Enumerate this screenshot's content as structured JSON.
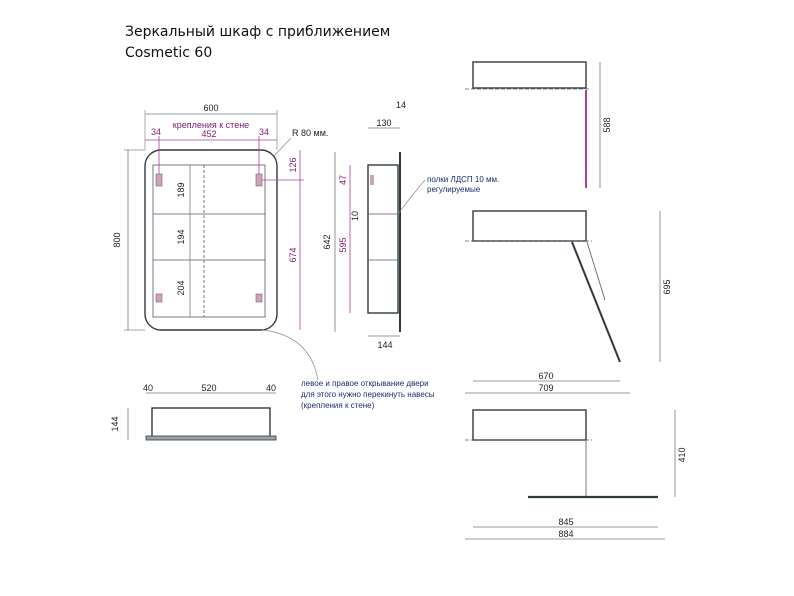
{
  "title": {
    "line1": "Зеркальный шкаф с приближением",
    "line2": "Cosmetic 60"
  },
  "front_view": {
    "width": "600",
    "mount_label": "крепления к стене",
    "mount_left": "34",
    "mount_center": "452",
    "mount_right": "34",
    "radius": "R 80 мм.",
    "height": "800",
    "shelf_1": "189",
    "shelf_2": "194",
    "shelf_3": "204",
    "top_offset": "126",
    "mount_height": "674"
  },
  "side_view": {
    "depth": "130",
    "door": "14",
    "shelf_gap": "47",
    "shelf_thk": "10",
    "height_outer": "642",
    "height_inner": "595",
    "bottom_depth": "144",
    "shelf_note_1": "полки ЛДСП 10 мм.",
    "shelf_note_2": "регулируемые"
  },
  "door_note": {
    "line1": "левое и правое открывание двери",
    "line2": "для этого нужно перекинуть навесы",
    "line3": "(крепления к стене)"
  },
  "top_view": {
    "left": "40",
    "center": "520",
    "right": "40",
    "depth": "144"
  },
  "right_views": {
    "closed_height": "588",
    "open_height": "695",
    "open_inner": "670",
    "open_outer": "709",
    "extended_height": "410",
    "extended_inner": "845",
    "extended_outer": "884"
  }
}
